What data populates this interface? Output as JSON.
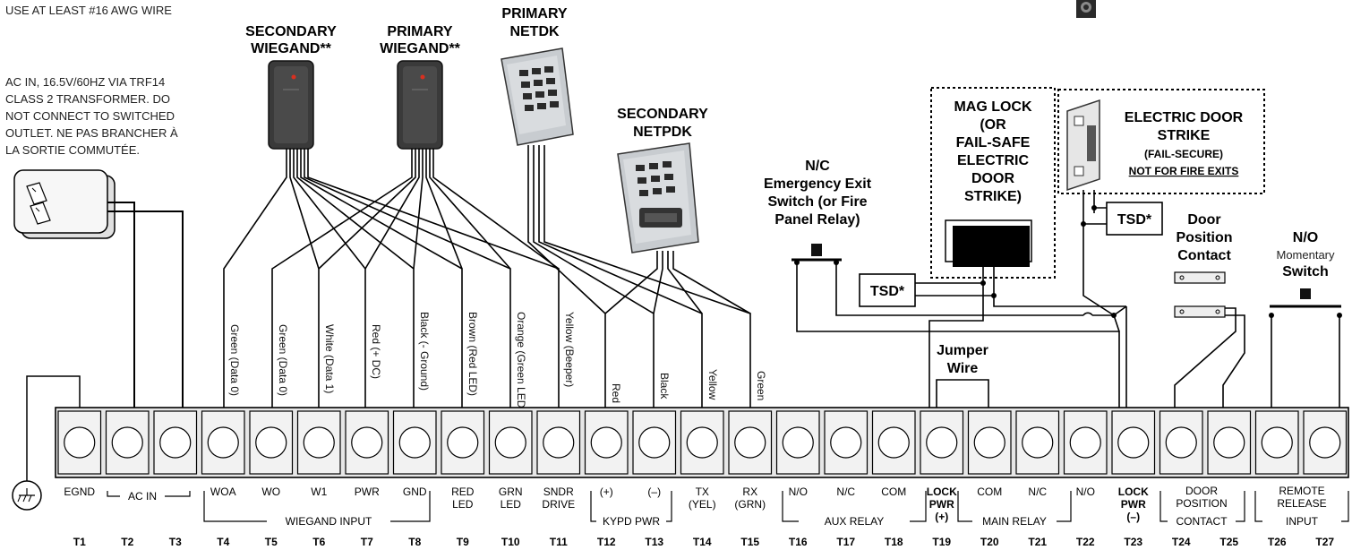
{
  "notes": {
    "wire_gauge": "USE AT LEAST #16 AWG WIRE",
    "ac_lines": [
      "AC IN, 16.5V/60HZ VIA TRF14",
      "CLASS 2 TRANSFORMER.  DO",
      "NOT CONNECT TO SWITCHED",
      "OUTLET.  NE PAS BRANCHER À",
      "LA SORTIE COMMUTÉE."
    ]
  },
  "devices": {
    "secondary_wiegand": [
      "SECONDARY",
      "WIEGAND**"
    ],
    "primary_wiegand": [
      "PRIMARY",
      "WIEGAND**"
    ],
    "primary_netdk": [
      "PRIMARY",
      "NETDK"
    ],
    "secondary_netpdk": [
      "SECONDARY",
      "NETPDK"
    ],
    "mag_lock": [
      "MAG LOCK",
      "(OR",
      "FAIL-SAFE",
      "ELECTRIC",
      "DOOR",
      "STRIKE)"
    ],
    "door_strike": [
      "ELECTRIC DOOR",
      "STRIKE",
      "(FAIL-SECURE)",
      "NOT FOR FIRE EXITS"
    ],
    "emergency_exit": [
      "N/C",
      "Emergency Exit",
      "Switch (or Fire",
      "Panel Relay)"
    ],
    "door_contact": [
      "Door",
      "Position",
      "Contact"
    ],
    "momentary": [
      "N/O",
      "Momentary",
      "Switch"
    ],
    "jumper": [
      "Jumper",
      "Wire"
    ],
    "tsd": "TSD*"
  },
  "wire_labels": [
    "Green (Data 0)",
    "Green (Data 0)",
    "White (Data 1)",
    "Red (+ DC)",
    "Black (- Ground)",
    "Brown (Red LED)",
    "Orange (Green LED)",
    "Yellow (Beeper)",
    "Red",
    "Black",
    "Yellow",
    "Green"
  ],
  "terminals": [
    {
      "number": "T1",
      "label": [
        "EGND"
      ]
    },
    {
      "number": "T2",
      "label": [
        ""
      ]
    },
    {
      "number": "T3",
      "label": [
        ""
      ]
    },
    {
      "number": "T4",
      "label": [
        "WOA"
      ]
    },
    {
      "number": "T5",
      "label": [
        "WO"
      ]
    },
    {
      "number": "T6",
      "label": [
        "W1"
      ]
    },
    {
      "number": "T7",
      "label": [
        "PWR"
      ]
    },
    {
      "number": "T8",
      "label": [
        "GND"
      ]
    },
    {
      "number": "T9",
      "label": [
        "RED",
        "LED"
      ]
    },
    {
      "number": "T10",
      "label": [
        "GRN",
        "LED"
      ]
    },
    {
      "number": "T11",
      "label": [
        "SNDR",
        "DRIVE"
      ]
    },
    {
      "number": "T12",
      "label": [
        "(+)"
      ]
    },
    {
      "number": "T13",
      "label": [
        "(–)"
      ]
    },
    {
      "number": "T14",
      "label": [
        "TX",
        "(YEL)"
      ]
    },
    {
      "number": "T15",
      "label": [
        "RX",
        "(GRN)"
      ]
    },
    {
      "number": "T16",
      "label": [
        "N/O"
      ]
    },
    {
      "number": "T17",
      "label": [
        "N/C"
      ]
    },
    {
      "number": "T18",
      "label": [
        "COM"
      ]
    },
    {
      "number": "T19",
      "label": [
        "LOCK",
        "PWR",
        "(+)"
      ]
    },
    {
      "number": "T20",
      "label": [
        "COM"
      ]
    },
    {
      "number": "T21",
      "label": [
        "N/C"
      ]
    },
    {
      "number": "T22",
      "label": [
        "N/O"
      ]
    },
    {
      "number": "T23",
      "label": [
        "LOCK",
        "PWR",
        "(–)"
      ]
    },
    {
      "number": "T24",
      "label": [
        ""
      ]
    },
    {
      "number": "T25",
      "label": [
        ""
      ]
    },
    {
      "number": "T26",
      "label": [
        ""
      ]
    },
    {
      "number": "T27",
      "label": [
        ""
      ]
    }
  ],
  "groups": [
    {
      "label": [
        "AC IN"
      ]
    },
    {
      "label": [
        "WIEGAND INPUT"
      ]
    },
    {
      "label": [
        "KYPD PWR"
      ]
    },
    {
      "label": [
        "AUX RELAY"
      ]
    },
    {
      "label": [
        "MAIN RELAY"
      ]
    },
    {
      "label": [
        "DOOR",
        "POSITION",
        "CONTACT"
      ]
    },
    {
      "label": [
        "REMOTE",
        "RELEASE",
        "INPUT"
      ]
    }
  ],
  "colors": {
    "line": "#000000",
    "terminal_block": "#e6e6e6",
    "reader_body": "#3a3a3a",
    "keypad_metal": "#c8ccd0",
    "led_red": "#d83020"
  }
}
